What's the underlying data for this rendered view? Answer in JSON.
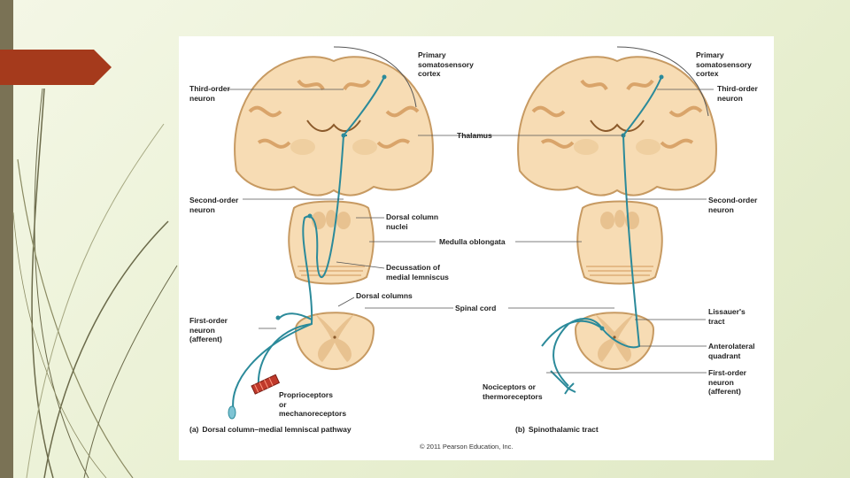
{
  "colors": {
    "strip": "#7a7255",
    "tab": "#a53a1c",
    "tissue": "#f7dcb4",
    "gray_matter": "#e8c290",
    "outline": "#c79a62",
    "neuron": "#2b8a9a"
  },
  "labels": {
    "a_primary_cortex": "Primary\nsomatosensory\ncortex",
    "a_third_order": "Third-order\nneuron",
    "a_second_order": "Second-order\nneuron",
    "a_dorsal_column_nuclei": "Dorsal column\nnuclei",
    "a_decussation": "Decussation of\nmedial lemniscus",
    "a_dorsal_columns": "Dorsal columns",
    "a_first_order": "First-order\nneuron\n(afferent)",
    "a_receptors": "Proprioceptors\nor\nmechanoreceptors",
    "thalamus": "Thalamus",
    "medulla": "Medulla oblongata",
    "spinal_cord": "Spinal cord",
    "b_primary_cortex": "Primary\nsomatosensory\ncortex",
    "b_third_order": "Third-order\nneuron",
    "b_second_order": "Second-order\nneuron",
    "b_lissauer": "Lissauer's\ntract",
    "b_anterolateral": "Anterolateral\nquadrant",
    "b_first_order": "First-order\nneuron\n(afferent)",
    "b_receptors": "Nociceptors or\nthermoreceptors"
  },
  "captions": {
    "a_letter": "(a)",
    "a_text": "Dorsal column–medial lemniscal pathway",
    "b_letter": "(b)",
    "b_text": "Spinothalamic tract"
  },
  "copyright": "© 2011 Pearson Education, Inc."
}
